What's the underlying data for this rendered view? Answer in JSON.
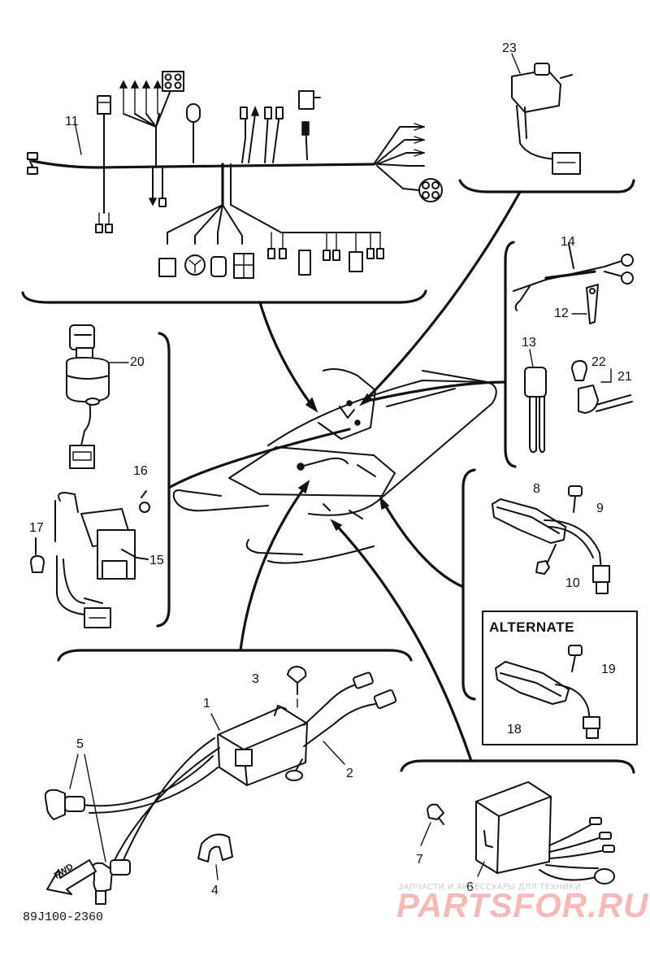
{
  "diagram": {
    "drawing_code": "89J100-2360",
    "alternate_label": "ALTERNATE",
    "fwd_label": "FWD",
    "watermark": {
      "small_text": "ЗАПЧАСТИ И АКСЕССУАРЫ ДЛЯ ТЕХНИКИ",
      "big_text": "PARTSFOR.RU"
    },
    "callouts": {
      "c1": "1",
      "c2": "2",
      "c3": "3",
      "c4": "4",
      "c5": "5",
      "c6": "6",
      "c7": "7",
      "c8": "8",
      "c9": "9",
      "c10": "10",
      "c11": "11",
      "c12": "12",
      "c13": "13",
      "c14": "14",
      "c15": "15",
      "c16": "16",
      "c17": "17",
      "c18": "18",
      "c19": "19",
      "c20": "20",
      "c21": "21",
      "c22": "22",
      "c23": "23"
    }
  }
}
